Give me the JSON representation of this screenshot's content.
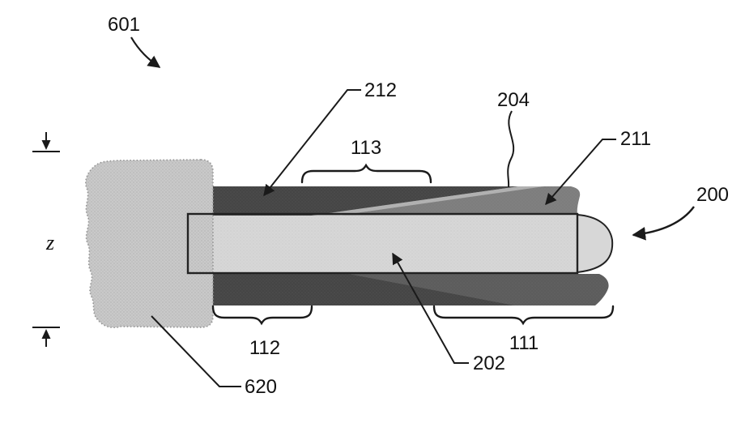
{
  "figure": {
    "type": "patent-cross-section-diagram",
    "labels": {
      "l601": "601",
      "l212": "212",
      "l204": "204",
      "l211": "211",
      "l200": "200",
      "l113": "113",
      "l112": "112",
      "l111": "111",
      "l202": "202",
      "l620": "620",
      "z_axis": "z"
    },
    "colors": {
      "blob_fill": "#c9c9c9",
      "core_fill": "#d7d7d7",
      "layer_mid": "#7d7d7d",
      "layer_dark": "#454545",
      "layer_band": "#b0b0b0",
      "layer_bottom": "#5c5c5c",
      "line": "#1a1a1a"
    }
  }
}
